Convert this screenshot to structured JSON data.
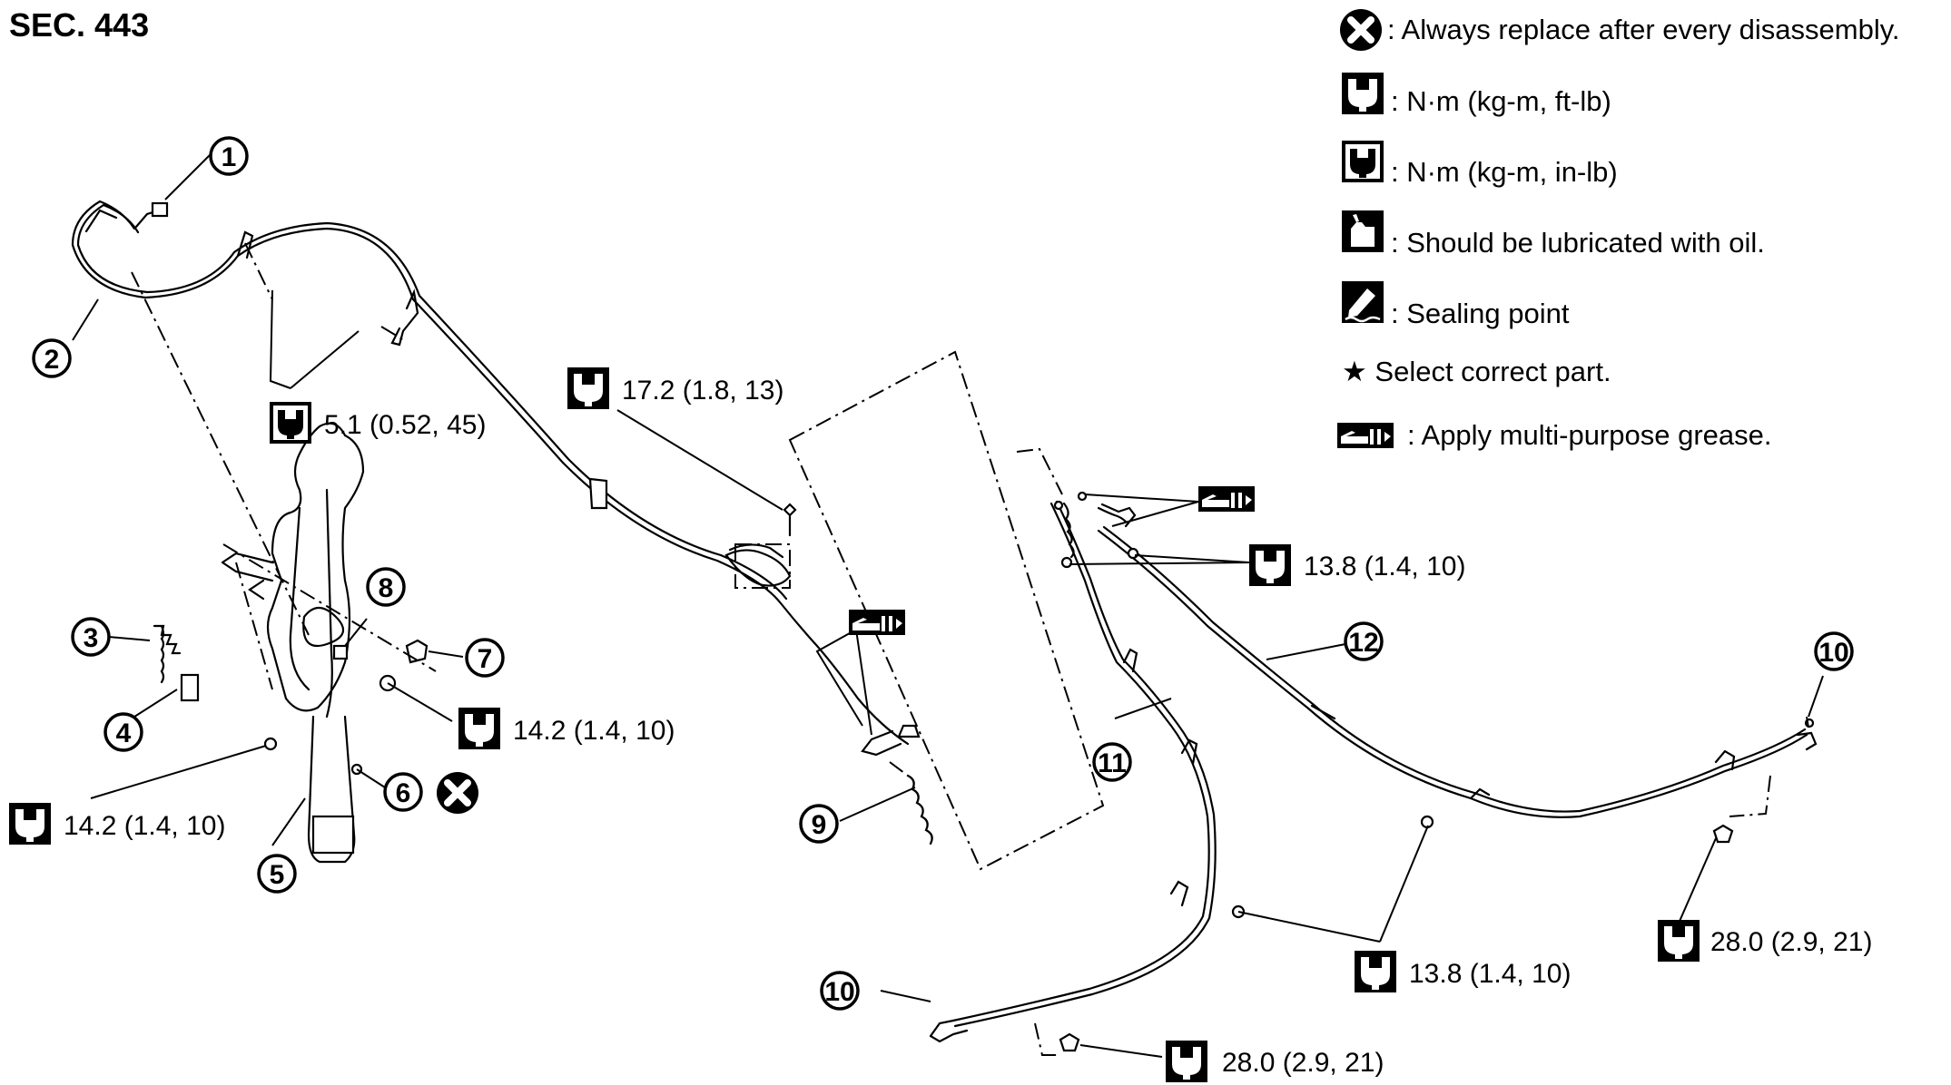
{
  "section_title": "SEC. 443",
  "legend": {
    "always_replace": ": Always replace after every disassembly.",
    "torque_ft_lb": ": N·m (kg-m, ft-lb)",
    "torque_in_lb": ": N·m (kg-m, in-lb)",
    "lubricate_oil": ": Should be lubricated with oil.",
    "sealing_point": ": Sealing point",
    "select_part": "★ Select correct part.",
    "grease": ": Apply multi-purpose grease."
  },
  "torques": {
    "t_5_1": "5.1 (0.52, 45)",
    "t_17_2": "17.2 (1.8, 13)",
    "t_14_2_a": "14.2 (1.4, 10)",
    "t_14_2_b": "14.2 (1.4, 10)",
    "t_13_8_a": "13.8 (1.4, 10)",
    "t_13_8_b": "13.8 (1.4, 10)",
    "t_28_0_a": "28.0 (2.9, 21)",
    "t_28_0_b": "28.0 (2.9, 21)"
  },
  "callouts": [
    "1",
    "2",
    "3",
    "4",
    "5",
    "6",
    "7",
    "8",
    "9",
    "10",
    "11",
    "12",
    "10"
  ],
  "icons": {
    "torque": "torque-wrench-icon",
    "torque_in": "torque-wrench-in-lb-icon",
    "replace": "always-replace-icon",
    "oil": "oil-can-icon",
    "seal": "sealing-point-icon",
    "grease": "grease-gun-icon"
  }
}
